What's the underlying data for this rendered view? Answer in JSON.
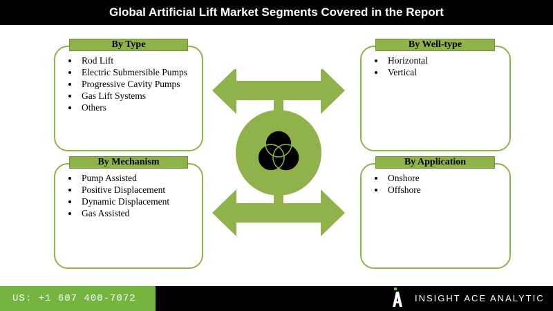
{
  "header": {
    "title": "Global Artificial Lift Market Segments Covered in the Report"
  },
  "segments": {
    "type": {
      "label": "By Type",
      "items": [
        "Rod Lift",
        "Electric Submersible Pumps",
        "Progressive Cavity Pumps",
        "Gas Lift Systems",
        "Others"
      ]
    },
    "well_type": {
      "label": "By Well-type",
      "items": [
        "Horizontal",
        "Vertical"
      ]
    },
    "mechanism": {
      "label": "By Mechanism",
      "items": [
        "Pump Assisted",
        "Positive Displacement",
        "Dynamic Displacement",
        "Gas Assisted"
      ]
    },
    "application": {
      "label": "By Application",
      "items": [
        "Onshore",
        "Offshore"
      ]
    }
  },
  "footer": {
    "phone": "US: +1 607 400-7072",
    "brand": "INSIGHT ACE ANALYTIC"
  },
  "colors": {
    "accent_green": "#8fb24a",
    "footer_green": "#74b540",
    "dark": "#000000"
  },
  "icons": {
    "center": "venn-circles-icon",
    "arrows": "double-arrow-icon",
    "logo": "insight-ace-logo-icon"
  }
}
